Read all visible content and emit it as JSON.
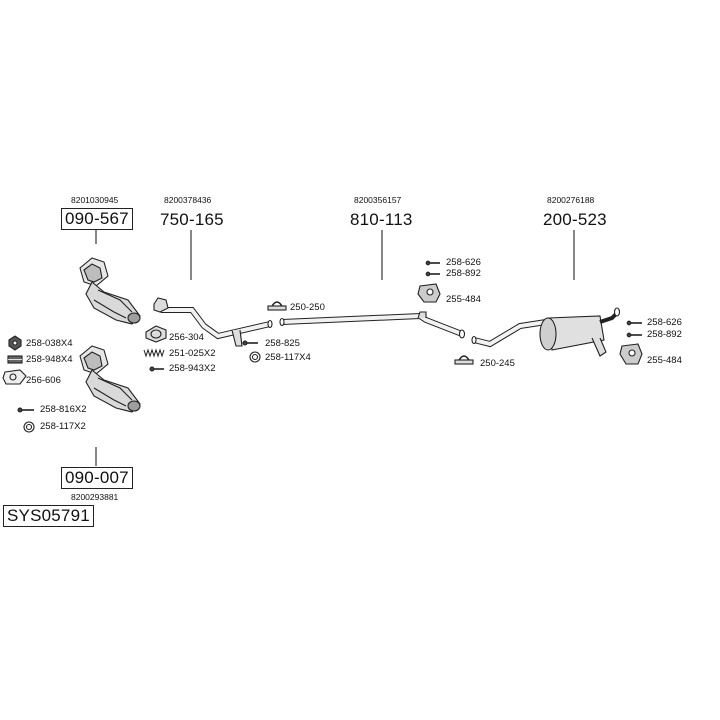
{
  "system_code": "SYS05791",
  "groups": {
    "front_cat_upper": {
      "oe": "8201030945",
      "part": "090-567"
    },
    "front_pipe": {
      "oe": "8200378436",
      "part": "750-165"
    },
    "center_pipe": {
      "oe": "8200356157",
      "part": "810-113"
    },
    "rear_silencer": {
      "oe": "8200276188",
      "part": "200-523"
    },
    "front_cat_lower": {
      "oe": "8200293881",
      "part": "090-007"
    }
  },
  "labels": {
    "l_258_038": "258-038X4",
    "l_258_948": "258-948X4",
    "l_256_606": "256-606",
    "l_258_816": "258-816X2",
    "l_258_117_x2": "258-117X2",
    "l_256_304": "256-304",
    "l_251_025": "251-025X2",
    "l_258_943": "258-943X2",
    "l_258_825": "258-825",
    "l_258_117_x4": "258-117X4",
    "l_250_250": "250-250",
    "l_258_626_a": "258-626",
    "l_258_892_a": "258-892",
    "l_255_484_a": "255-484",
    "l_250_245": "250-245",
    "l_258_626_b": "258-626",
    "l_258_892_b": "258-892",
    "l_255_484_b": "255-484"
  }
}
